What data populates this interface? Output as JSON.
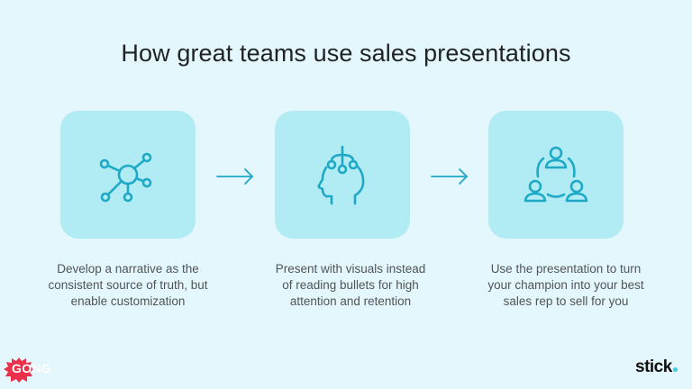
{
  "slide": {
    "title": "How great teams use sales presentations",
    "background_color": "#e4f7fc",
    "accent_color": "#1ea9c6",
    "card_color": "#b1ebf3"
  },
  "steps": [
    {
      "icon": "network-hub-icon",
      "caption_lines": [
        "Develop a narrative as the",
        "consistent source of truth, but",
        "enable customization"
      ]
    },
    {
      "icon": "head-circuit-icon",
      "caption_lines": [
        "Present with visuals instead",
        "of reading bullets for high",
        "attention and retention"
      ]
    },
    {
      "icon": "team-circle-icon",
      "caption_lines": [
        "Use the presentation to turn",
        "your champion into your best",
        "sales rep to sell for you"
      ]
    }
  ],
  "arrows": [
    "right-arrow-icon",
    "right-arrow-icon"
  ],
  "logos": {
    "left": "GONG",
    "right": "stick"
  }
}
